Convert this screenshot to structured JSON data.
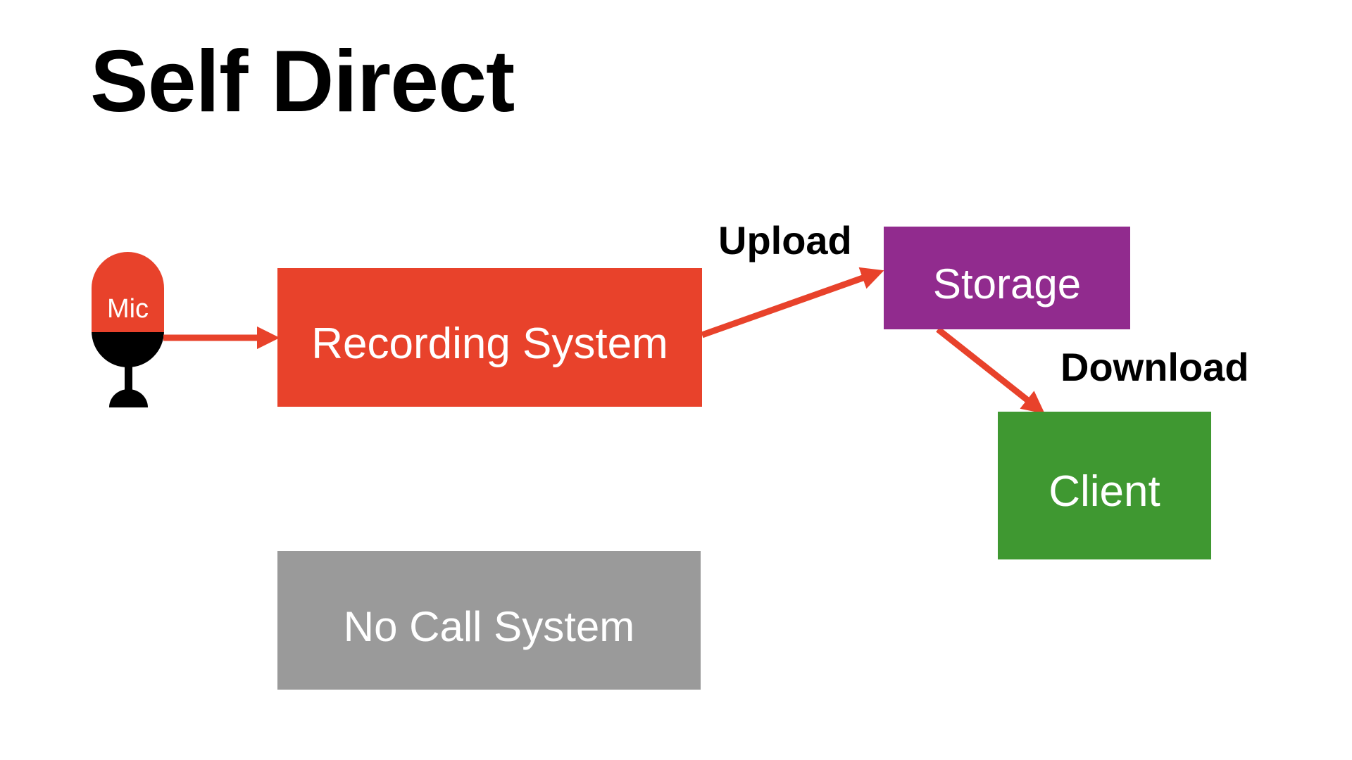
{
  "slide": {
    "title": "Self Direct",
    "background_color": "#FFFFFF"
  },
  "mic": {
    "label": "Mic",
    "body_color": "#E8422B",
    "stand_color": "#000000"
  },
  "boxes": {
    "recording_system": {
      "label": "Recording System",
      "color": "#E8422B",
      "text_color": "#FFFFFF"
    },
    "storage": {
      "label": "Storage",
      "color": "#912B8E",
      "text_color": "#FFFFFF"
    },
    "client": {
      "label": "Client",
      "color": "#3F9831",
      "text_color": "#FFFFFF"
    },
    "no_call_system": {
      "label": "No Call System",
      "color": "#9A9A9A",
      "text_color": "#FFFFFF"
    }
  },
  "arrows": {
    "color": "#E8422B",
    "mic_to_recording": {
      "label": ""
    },
    "upload": {
      "label": "Upload"
    },
    "download": {
      "label": "Download"
    }
  }
}
